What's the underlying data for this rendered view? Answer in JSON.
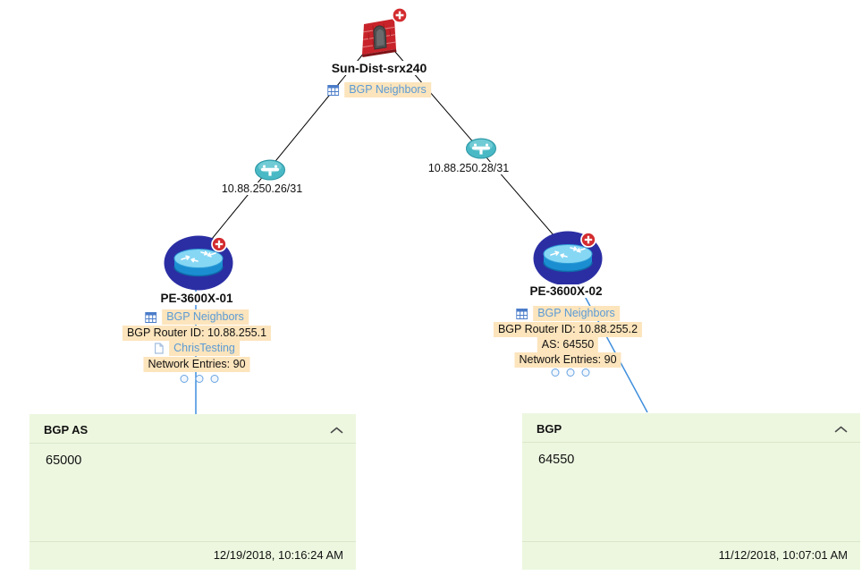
{
  "colors": {
    "highlight": "#fce4bc",
    "link_text": "#5b9bd5",
    "edge_black": "#000000",
    "edge_blue": "#3f8edd",
    "panel_bg": "#edf7e0",
    "node_navy": "#2b2ea3",
    "link_node_teal": "#49b9c5",
    "firewall_red": "#c8232a",
    "badge_red": "#d32b2f"
  },
  "topology": {
    "firewall": {
      "name": "Sun-Dist-srx240",
      "rows": [
        {
          "icon": "table-icon",
          "text": "BGP Neighbors",
          "style": "link"
        }
      ]
    },
    "links": [
      {
        "label": "10.88.250.26/31"
      },
      {
        "label": "10.88.250.28/31"
      }
    ],
    "routers": [
      {
        "name": "PE-3600X-01",
        "rows": [
          {
            "icon": "table-icon",
            "text": "BGP Neighbors",
            "style": "link"
          },
          {
            "icon": "",
            "text": "BGP Router ID: 10.88.255.1",
            "style": "plain"
          },
          {
            "icon": "document-icon",
            "text": "ChrisTesting",
            "style": "link"
          },
          {
            "icon": "",
            "text": "Network Entries: 90",
            "style": "plain"
          }
        ]
      },
      {
        "name": "PE-3600X-02",
        "rows": [
          {
            "icon": "table-icon",
            "text": "BGP Neighbors",
            "style": "link"
          },
          {
            "icon": "",
            "text": "BGP Router ID: 10.88.255.2",
            "style": "plain"
          },
          {
            "icon": "",
            "text": "AS: 64550",
            "style": "plain"
          },
          {
            "icon": "",
            "text": "Network Entries: 90",
            "style": "plain"
          }
        ]
      }
    ]
  },
  "panels": [
    {
      "title": "BGP AS",
      "value": "65000",
      "timestamp": "12/19/2018, 10:16:24 AM"
    },
    {
      "title": "BGP",
      "value": "64550",
      "timestamp": "11/12/2018, 10:07:01 AM"
    }
  ]
}
